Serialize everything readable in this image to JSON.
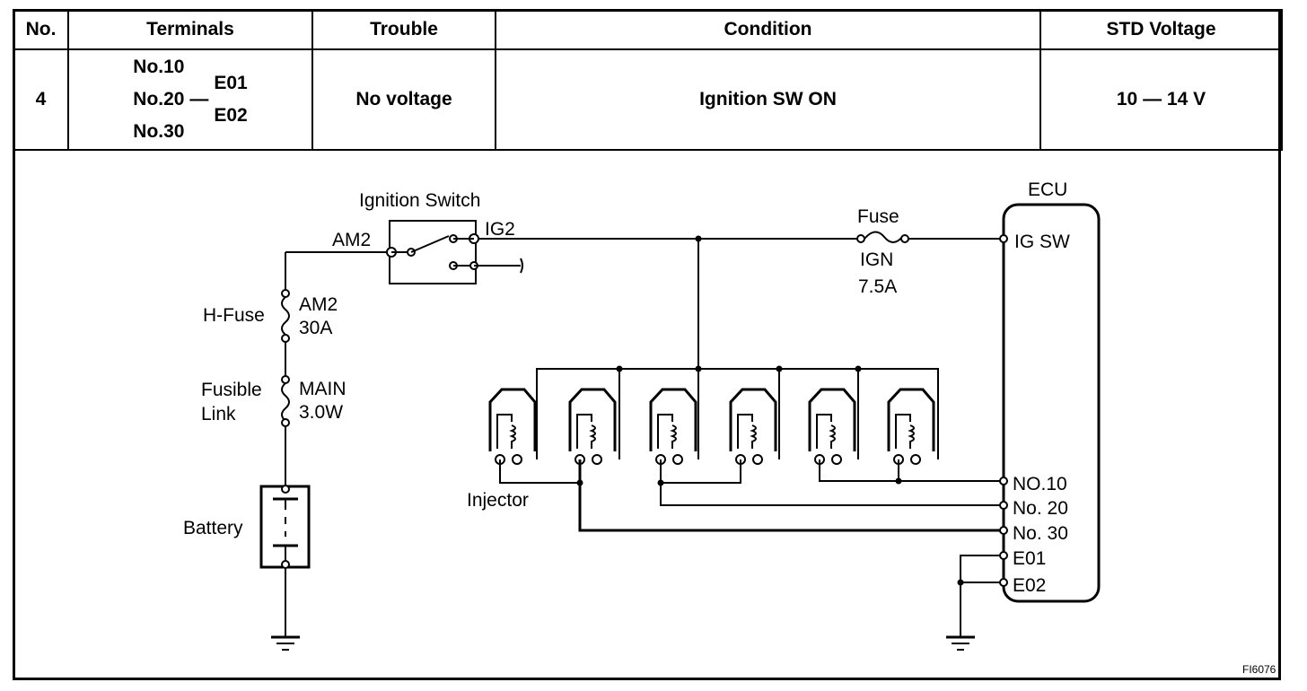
{
  "table": {
    "headers": {
      "no": "No.",
      "terminals": "Terminals",
      "trouble": "Trouble",
      "condition": "Condition",
      "std_voltage": "STD Voltage"
    },
    "row": {
      "no": "4",
      "terminals_left": [
        "No.10",
        "No.20 —",
        "No.30"
      ],
      "terminals_right": [
        "E01",
        "E02"
      ],
      "trouble": "No voltage",
      "condition": "Ignition SW ON",
      "std_voltage": "10 — 14 V"
    }
  },
  "diagram": {
    "ignition_switch_label": "Ignition Switch",
    "am2_terminal": "AM2",
    "ig2_terminal": "IG2",
    "fuse_label": "Fuse",
    "fuse_name": "IGN",
    "fuse_rating": "7.5A",
    "ecu_label": "ECU",
    "ecu_pins": [
      "IG SW",
      "NO.10",
      "No. 20",
      "No. 30",
      "E01",
      "E02"
    ],
    "h_fuse_label": "H-Fuse",
    "h_fuse_name": "AM2",
    "h_fuse_rating": "30A",
    "fusible_label_1": "Fusible",
    "fusible_label_2": "Link",
    "fusible_name": "MAIN",
    "fusible_rating": "3.0W",
    "battery_label": "Battery",
    "injector_label": "Injector",
    "figure_code": "FI6076"
  }
}
